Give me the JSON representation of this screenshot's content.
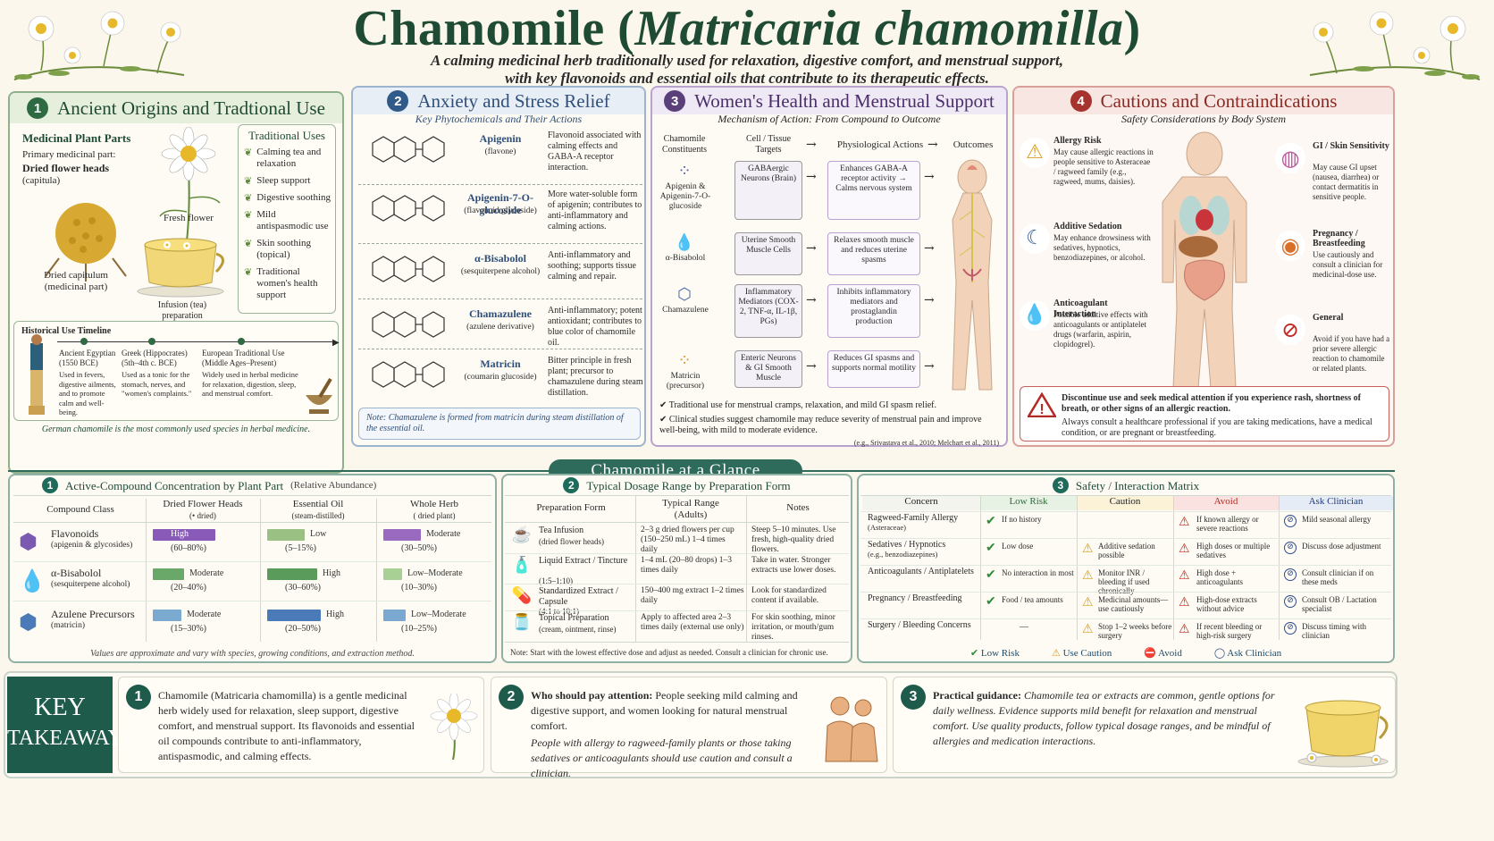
{
  "header": {
    "title": "Chamomile (Matricaria chamomilla)",
    "title_plain": "Chamomile (",
    "title_italic": "Matricaria chamomilla",
    "title_close": ")",
    "subtitle_line1": "A calming medicinal herb traditionally used for relaxation, digestive comfort, and menstrual support,",
    "subtitle_line2": "with key flavonoids and essential oils that contribute to its therapeutic effects."
  },
  "colors": {
    "green": "#2e6b43",
    "blue": "#2f5a8a",
    "purple": "#5a3f7a",
    "red": "#a6332d",
    "teal": "#1f6b5b"
  },
  "p1": {
    "num": "1",
    "title": "Ancient Origins and Tradtional Use",
    "parts_title": "Medicinal Plant Parts",
    "primary_label": "Primary medicinal part:",
    "primary_value": "Dried flower heads",
    "primary_value2": "(capitula)",
    "fresh_flower": "Fresh flower",
    "dried_capitulum": "Dried capitulum",
    "dried_capitulum2": "(medicinal part)",
    "infusion": "Infusion (tea)",
    "infusion2": "preparation",
    "uses_title": "Traditional Uses",
    "uses": [
      "Calming tea and relaxation",
      "Sleep support",
      "Digestive soothing",
      "Mild antispasmodic use",
      "Skin soothing (topical)",
      "Traditional women's health support"
    ],
    "timeline_title": "Historical Use Timeline",
    "timeline": [
      {
        "era": "Ancient Egyptian",
        "date": "(1550 BCE)",
        "text": "Used in fevers, digestive ailments, and to promote calm and well-being."
      },
      {
        "era": "Greek (Hippocrates)",
        "date": "(5th–4th c. BCE)",
        "text": "Used as a tonic for the stomach, nerves, and \"women's complaints.\""
      },
      {
        "era": "European Traditional Use",
        "date": "(Middle Ages–Present)",
        "text": "Widely used in herbal medicine for relaxation, digestion, sleep, and menstrual comfort."
      }
    ],
    "footnote": "German chamomile is the most commonly used species in herbal medicine."
  },
  "p2": {
    "num": "2",
    "title": "Anxiety and Stress Relief",
    "subtitle": "Key Phytochemicals and Their Actions",
    "compounds": [
      {
        "name": "Apigenin",
        "class": "(flavone)",
        "desc": "Flavonoid associated with calming effects and GABA-A receptor interaction."
      },
      {
        "name": "Apigenin-7-O-glucoside",
        "class": "(flavonoid glycoside)",
        "desc": "More water-soluble form of apigenin; contributes to anti-inflammatory and calming actions."
      },
      {
        "name": "α-Bisabolol",
        "class": "(sesquiterpene alcohol)",
        "desc": "Anti-inflammatory and soothing; supports tissue calming and repair."
      },
      {
        "name": "Chamazulene",
        "class": "(azulene derivative)",
        "desc": "Anti-inflammatory; potent antioxidant; contributes to blue color of chamomile oil."
      },
      {
        "name": "Matricin",
        "class": "(coumarin glucoside)",
        "desc": "Bitter principle in fresh plant; precursor to chamazulene during steam distillation."
      }
    ],
    "note": "Note: Chamazulene is formed from matricin during steam distillation of the essential oil."
  },
  "p3": {
    "num": "3",
    "title": "Women's Health and Menstrual Support",
    "subtitle": "Mechanism of Action: From Compound to Outcome",
    "col_headers": [
      "Chamomile Constituents",
      "Cell / Tissue Targets",
      "Physiological Actions",
      "Outcomes"
    ],
    "constituents": [
      "Apigenin & Apigenin-7-O-glucoside",
      "α-Bisabolol",
      "Chamazulene",
      "Matricin (precursor)"
    ],
    "targets": [
      "GABAergic Neurons (Brain)",
      "Uterine Smooth Muscle Cells",
      "Inflammatory Mediators (COX-2, TNF-α, IL-1β, PGs)",
      "Enteric Neurons & GI Smooth Muscle"
    ],
    "actions": [
      "Enhances GABA-A receptor activity → Calms nervous system",
      "Relaxes smooth muscle and reduces uterine spasms",
      "Inhibits inflammatory mediators and prostaglandin production",
      "Reduces GI spasms and supports normal motility"
    ],
    "notes": [
      "Traditional use for menstrual cramps, relaxation, and mild GI spasm relief.",
      "Clinical studies suggest chamomile may reduce severity of menstrual pain and improve well-being, with mild to moderate evidence."
    ],
    "cite": "(e.g., Srivastava et al., 2010; Melchart et al., 2011)"
  },
  "p4": {
    "num": "4",
    "title": "Cautions and Contraindications",
    "subtitle": "Safety Considerations by Body System",
    "left": [
      {
        "title": "Allergy Risk",
        "text": "May cause allergic reactions in people sensitive to Asteraceae / ragweed family (e.g., ragweed, mums, daisies)."
      },
      {
        "title": "Additive Sedation",
        "text": "May enhance drowsiness with sedatives, hypnotics, benzodiazepines, or alcohol."
      },
      {
        "title": "Anticoagulant Interaction",
        "text": "Possible additive effects with anticoagulants or antiplatelet drugs (warfarin, aspirin, clopidogrel)."
      }
    ],
    "right": [
      {
        "title": "GI / Skin Sensitivity",
        "text": "May cause GI upset (nausea, diarrhea) or contact dermatitis in sensitive people."
      },
      {
        "title": "Pregnancy / Breastfeeding",
        "text": "Use cautiously and consult a clinician for medicinal-dose use."
      },
      {
        "title": "General",
        "text": "Avoid if you have had a prior severe allergic reaction to chamomile or related plants."
      }
    ],
    "warning": "Discontinue use and seek medical attention if you experience rash, shortness of breath, or other signs of an allergic reaction.",
    "advice": "Always consult a healthcare professional if you are taking medications, have a medical condition, or are pregnant or breastfeeding."
  },
  "glance": {
    "title": "Chamomile at a Glance"
  },
  "g1": {
    "num": "1",
    "title": "Active-Compound Concentration by Plant Part",
    "title_suffix": "(Relative Abundance)",
    "columns": [
      "Compound Class",
      "Dried Flower Heads",
      "Essential Oil",
      "Whole Herb"
    ],
    "column_subs": [
      "",
      "(• dried)",
      "(steam-distilled)",
      "( dried plant)"
    ],
    "rows": [
      {
        "name": "Flavonoids",
        "sub": "(apigenin & glycosides)",
        "cells": [
          {
            "level": "High",
            "range": "(60–80%)",
            "fill": 1.0
          },
          {
            "level": "Low",
            "range": "(5–15%)",
            "fill": 0.6
          },
          {
            "level": "Moderate",
            "range": "(30–50%)",
            "fill": 0.6
          }
        ]
      },
      {
        "name": "α-Bisabolol",
        "sub": "(sesquiterpene alcohol)",
        "cells": [
          {
            "level": "Moderate",
            "range": "(20–40%)",
            "fill": 0.5
          },
          {
            "level": "High",
            "range": "(30–60%)",
            "fill": 0.8
          },
          {
            "level": "Low–Moderate",
            "range": "(10–30%)",
            "fill": 0.3
          }
        ]
      },
      {
        "name": "Azulene Precursors",
        "sub": "(matricin)",
        "cells": [
          {
            "level": "Moderate",
            "range": "(15–30%)",
            "fill": 0.45
          },
          {
            "level": "High",
            "range": "(20–50%)",
            "fill": 0.85
          },
          {
            "level": "Low–Moderate",
            "range": "(10–25%)",
            "fill": 0.35
          }
        ]
      }
    ],
    "footnote": "Values are approximate and vary with species, growing conditions, and extraction method."
  },
  "g2": {
    "num": "2",
    "title": "Typical Dosage Range by Preparation Form",
    "columns": [
      "Preparation Form",
      "Typical Range (Adults)",
      "Notes"
    ],
    "rows": [
      {
        "form": "Tea Infusion",
        "sub": "(dried flower heads)",
        "range": "2–3 g dried flowers per cup (150–250 mL) 1–4 times daily",
        "notes": "Steep 5–10 minutes. Use fresh, high-quality dried flowers."
      },
      {
        "form": "Liquid Extract / Tincture",
        "sub": "(1:5–1:10)",
        "range": "1–4 mL (20–80 drops) 1–3 times daily",
        "notes": "Take in water. Stronger extracts use lower doses."
      },
      {
        "form": "Standardized Extract / Capsule",
        "sub": "(4:1 to 10:1)",
        "range": "150–400 mg extract 1–2 times daily",
        "notes": "Look for standardized content if available."
      },
      {
        "form": "Topical Preparation",
        "sub": "(cream, ointment, rinse)",
        "range": "Apply to affected area 2–3 times daily (external use only)",
        "notes": "For skin soothing, minor irritation, or mouth/gum rinses."
      }
    ],
    "footnote": "Note: Start with the lowest effective dose and adjust as needed. Consult a clinician for chronic use."
  },
  "g3": {
    "num": "3",
    "title": "Safety / Interaction Matrix",
    "columns": [
      "Concern",
      "Low Risk",
      "Caution",
      "Avoid",
      "Ask Clinician"
    ],
    "rows": [
      {
        "concern": "Ragweed-Family Allergy",
        "sub": "(Asteraceae)",
        "low": "If no history",
        "caution": "",
        "avoid": "If known allergy or severe reactions",
        "ask": "Mild seasonal allergy"
      },
      {
        "concern": "Sedatives / Hypnotics",
        "sub": "(e.g., benzodiazepines)",
        "low": "Low dose",
        "caution": "Additive sedation possible",
        "avoid": "High doses or multiple sedatives",
        "ask": "Discuss dose adjustment"
      },
      {
        "concern": "Anticoagulants / Antiplatelets",
        "sub": "",
        "low": "No interaction in most",
        "caution": "Monitor INR / bleeding if used chronically",
        "avoid": "High dose + anticoagulants",
        "ask": "Consult clinician if on these meds"
      },
      {
        "concern": "Pregnancy / Breastfeeding",
        "sub": "",
        "low": "Food / tea amounts",
        "caution": "Medicinal amounts—use cautiously",
        "avoid": "High-dose extracts without advice",
        "ask": "Consult OB / Lactation specialist"
      },
      {
        "concern": "Surgery / Bleeding Concerns",
        "sub": "",
        "low": "—",
        "caution": "Stop 1–2 weeks before surgery",
        "avoid": "If recent bleeding or high-risk surgery",
        "ask": "Discuss timing with clinician"
      }
    ],
    "legend": [
      "Low Risk",
      "Use Caution",
      "Avoid",
      "Ask Clinician"
    ]
  },
  "takeaways": {
    "label1": "KEY",
    "label2": "TAKEAWAYS",
    "items": [
      {
        "num": "1",
        "text": "Chamomile (Matricaria chamomilla) is a gentle medicinal herb widely used for relaxation, sleep support, digestive comfort, and menstrual support. Its flavonoids and essential oil compounds contribute to anti-inflammatory, antispasmodic, and calming effects."
      },
      {
        "num": "2",
        "lead": "Who should pay attention:",
        "text": "People seeking mild calming and digestive support, and women looking for natural menstrual comfort.",
        "text2": "People with allergy to ragweed-family plants or those taking sedatives or anticoagulants should use caution and consult a clinician."
      },
      {
        "num": "3",
        "lead": "Practical guidance:",
        "text": "Chamomile tea or extracts are common, gentle options for daily wellness. Evidence supports mild benefit for relaxation and menstrual comfort. Use quality products, follow typical dosage ranges, and be mindful of allergies and medication interactions."
      }
    ]
  }
}
